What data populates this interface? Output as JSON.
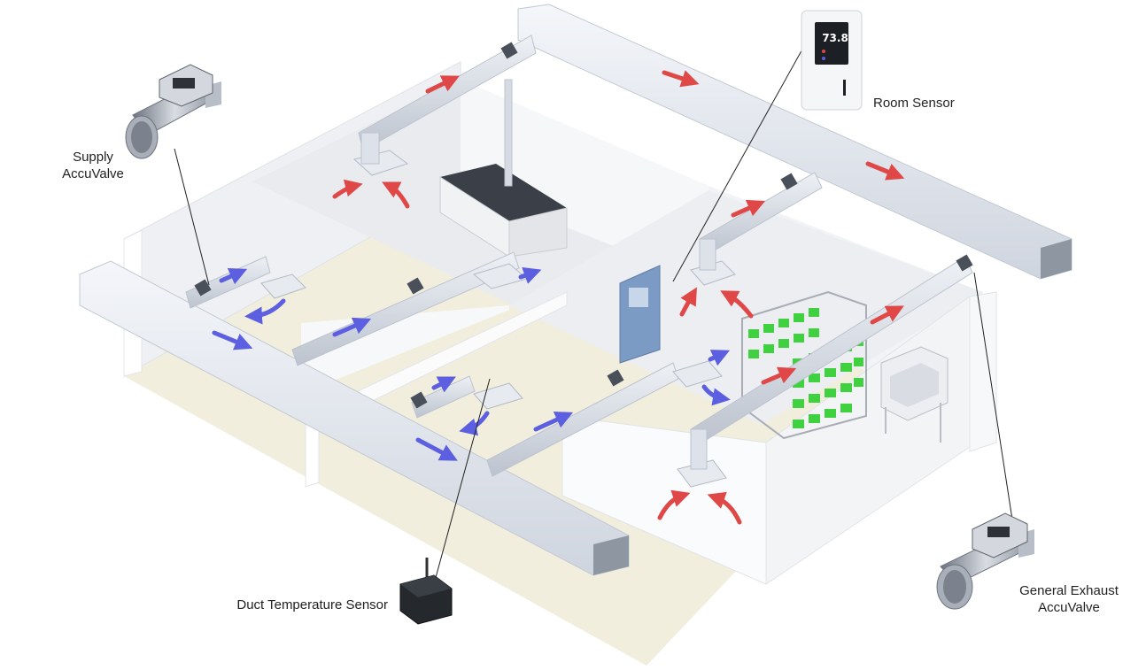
{
  "callouts": {
    "room_sensor": "Room Sensor",
    "supply_line1": "Supply",
    "supply_line2": "AccuValve",
    "exhaust_line1": "General Exhaust",
    "exhaust_line2": "AccuValve",
    "duct_temp": "Duct Temperature Sensor"
  },
  "room_sensor_display": {
    "reading": "73.8"
  },
  "colors": {
    "supply_arrow": "#5b5fe0",
    "exhaust_arrow": "#e04848",
    "rack_green": "#3fd13f",
    "duct": "#dde2ea",
    "floor": "#f1eede",
    "wall": "#f4f5f7"
  }
}
